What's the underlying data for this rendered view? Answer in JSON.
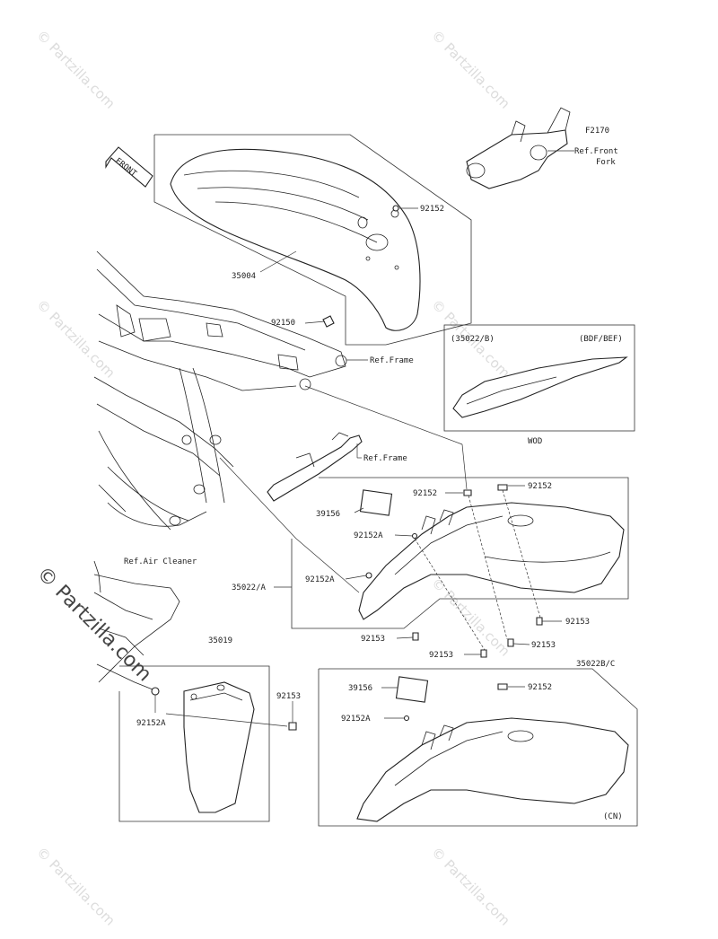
{
  "diagram": {
    "watermark": "© Partzilla.com",
    "front_arrow": "FRONT",
    "labels": {
      "F2170": "F2170",
      "ref_front_fork": "Ref.Front\nFork",
      "p92152_top": "92152",
      "p35004": "35004",
      "p92150": "92150",
      "ref_frame_1": "Ref.Frame",
      "inset_code": "(35022/B)",
      "inset_variant": "(BDF/BEF)",
      "inset_caption": "WOD",
      "ref_frame_2": "Ref.Frame",
      "p92152_mid": "92152",
      "p92152_right": "92152",
      "p39156_a": "39156",
      "p92152A_a": "92152A",
      "p92152A_b": "92152A",
      "p35022A": "35022/A",
      "p92153_a": "92153",
      "p92153_b": "92153",
      "p92153_c": "92153",
      "p92153_d": "92153",
      "ref_air_cleaner": "Ref.Air Cleaner",
      "p35019": "35019",
      "p92153_e": "92153",
      "p92152A_c": "92152A",
      "p35022BC": "35022B/C",
      "p39156_b": "39156",
      "p92152_low": "92152",
      "p92152A_d": "92152A",
      "cn": "(CN)"
    }
  }
}
